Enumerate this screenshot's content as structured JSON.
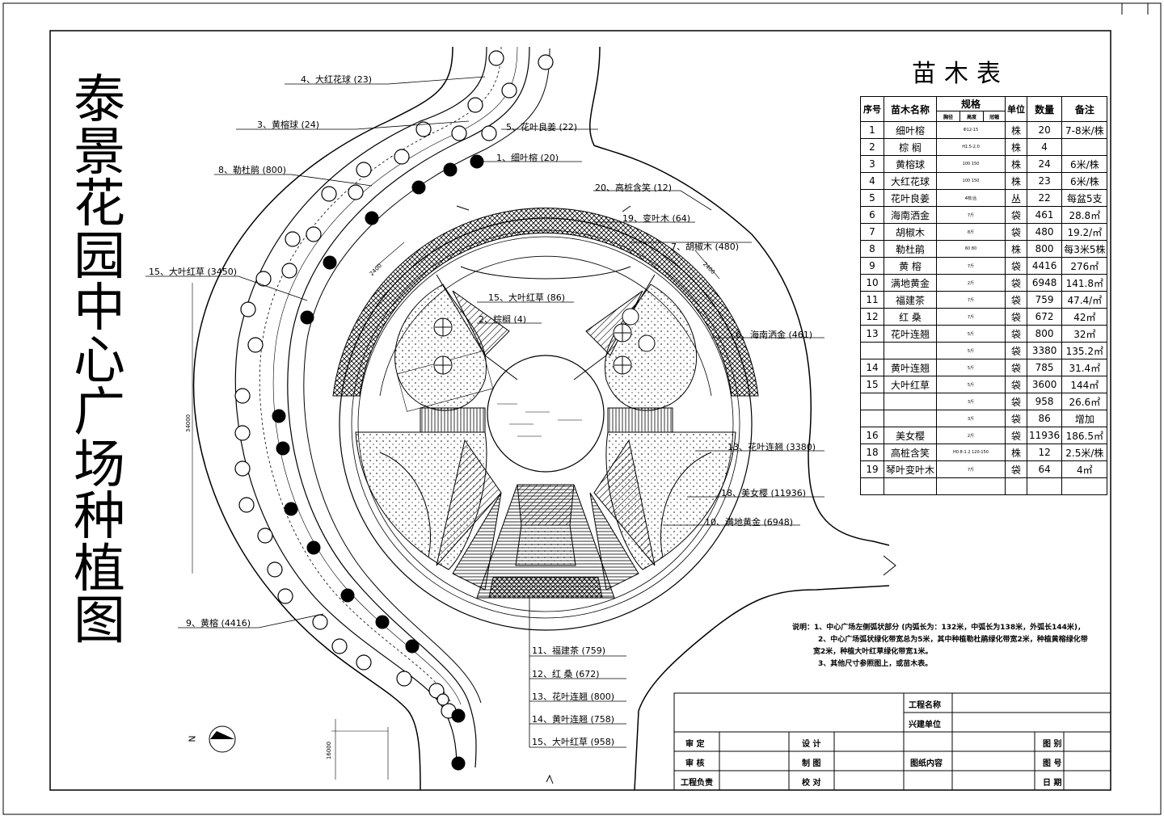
{
  "title_chars": [
    "泰",
    "景",
    "花",
    "园",
    "中",
    "心",
    "广",
    "场",
    "种",
    "植",
    "图"
  ],
  "table": {
    "title": "苗木表",
    "headers": {
      "no": "序号",
      "name": "苗木名称",
      "spec": "规格",
      "spec_sub": [
        "胸径",
        "高度",
        "冠幅"
      ],
      "unit": "单位",
      "qty": "数量",
      "note": "备注"
    },
    "rows": [
      {
        "no": "1",
        "name": "细叶榕",
        "spec": "Φ12-15",
        "unit": "株",
        "qty": "20",
        "note": "7-8米/株"
      },
      {
        "no": "2",
        "name": "棕 榈",
        "spec": "H1.5-2.0",
        "unit": "株",
        "qty": "4",
        "note": ""
      },
      {
        "no": "3",
        "name": "黄榕球",
        "spec": "100  150",
        "unit": "株",
        "qty": "24",
        "note": "6米/株"
      },
      {
        "no": "4",
        "name": "大红花球",
        "spec": "100  150",
        "unit": "株",
        "qty": "23",
        "note": "6米/株"
      },
      {
        "no": "5",
        "name": "花叶良姜",
        "spec": "4枝/丛",
        "unit": "丛",
        "qty": "22",
        "note": "每盆5支"
      },
      {
        "no": "6",
        "name": "海南洒金",
        "spec": "7斤",
        "unit": "袋",
        "qty": "461",
        "note": "28.8㎡"
      },
      {
        "no": "7",
        "name": "胡椒木",
        "spec": "8斤",
        "unit": "袋",
        "qty": "480",
        "note": "19.2/㎡"
      },
      {
        "no": "8",
        "name": "勒杜鹃",
        "spec": "60  80",
        "unit": "株",
        "qty": "800",
        "note": "每3米5株"
      },
      {
        "no": "9",
        "name": "黄 榕",
        "spec": "7斤",
        "unit": "袋",
        "qty": "4416",
        "note": "276㎡"
      },
      {
        "no": "10",
        "name": "满地黄金",
        "spec": "2斤",
        "unit": "袋",
        "qty": "6948",
        "note": "141.8㎡"
      },
      {
        "no": "11",
        "name": "福建茶",
        "spec": "7斤",
        "unit": "袋",
        "qty": "759",
        "note": "47.4/㎡"
      },
      {
        "no": "12",
        "name": "红 桑",
        "spec": "7斤",
        "unit": "袋",
        "qty": "672",
        "note": "42㎡"
      },
      {
        "no": "13",
        "name": "花叶连翘",
        "spec": "5斤",
        "unit": "袋",
        "qty": "800",
        "note": "32㎡"
      },
      {
        "no": "",
        "name": "",
        "spec": "5斤",
        "unit": "袋",
        "qty": "3380",
        "note": "135.2㎡"
      },
      {
        "no": "14",
        "name": "黄叶连翘",
        "spec": "5斤",
        "unit": "袋",
        "qty": "785",
        "note": "31.4㎡"
      },
      {
        "no": "15",
        "name": "大叶红草",
        "spec": "5斤",
        "unit": "袋",
        "qty": "3600",
        "note": "144㎡"
      },
      {
        "no": "",
        "name": "",
        "spec": "3斤",
        "unit": "袋",
        "qty": "958",
        "note": "26.6㎡"
      },
      {
        "no": "",
        "name": "",
        "spec": "3斤",
        "unit": "袋",
        "qty": "86",
        "note": "增加"
      },
      {
        "no": "16",
        "name": "美女樱",
        "spec": "2斤",
        "unit": "袋",
        "qty": "11936",
        "note": "186.5㎡"
      },
      {
        "no": "18",
        "name": "高桩含笑",
        "spec": "H0.8-1.2 120-150",
        "unit": "株",
        "qty": "12",
        "note": "2.5米/株"
      },
      {
        "no": "19",
        "name": "琴叶变叶木",
        "spec": "7斤",
        "unit": "袋",
        "qty": "64",
        "note": "4㎡"
      },
      {
        "no": "",
        "name": "",
        "spec": "",
        "unit": "",
        "qty": "",
        "note": ""
      }
    ]
  },
  "labels": {
    "l4": "4、大红花球 (23)",
    "l3": "3、黄榕球 (24)",
    "l5": "5、花叶良姜 (22)",
    "l1": "1、细叶榕 (20)",
    "l8": "8、勒杜鹃 (800)",
    "l20": "20、高桩含笑 (12)",
    "l19": "19、变叶木 (64)",
    "l7": "7、胡椒木 (480)",
    "l15a": "15、大叶红草 (3450)",
    "l15b": "15、大叶红草 (86)",
    "l2": "2、棕榈 (4)",
    "l6": "6、海南洒金 (461)",
    "l13b": "13、花叶连翘 (3380)",
    "l18": "18、美女樱 (11936)",
    "l10": "10、满地黄金 (6948)",
    "l9": "9、黄榕 (4416)",
    "l11": "11、福建茶 (759)",
    "l12": "12、红 桑 (672)",
    "l13": "13、花叶连翘 (800)",
    "l14": "14、黄叶连翘 (758)",
    "l15c": "15、大叶红草 (958)",
    "dim1": "34000",
    "dim2": "2400",
    "dim3": "2400",
    "dim4": "16000",
    "north": "N"
  },
  "notes": [
    "说明：1、中心广场左侧弧状部分 (内弧长为：132米，中弧长为138米，外弧长144米)，",
    "2、中心广场弧状绿化带宽总为5米，其中种植勒杜鹃绿化带宽2米，种植黄榕绿化带",
    "宽2米，种植大叶红草绿化带宽1米。",
    "3、其他尺寸参照图上，或苗木表。"
  ],
  "title_block": {
    "project_name": "工程名称",
    "client": "兴建单位",
    "review": "审 定",
    "check": "审 核",
    "lead": "工程负责",
    "design": "设 计",
    "draw": "制 图",
    "proof": "校 对",
    "content": "图纸内容",
    "category": "图 别",
    "number": "图 号",
    "date": "日 期"
  }
}
